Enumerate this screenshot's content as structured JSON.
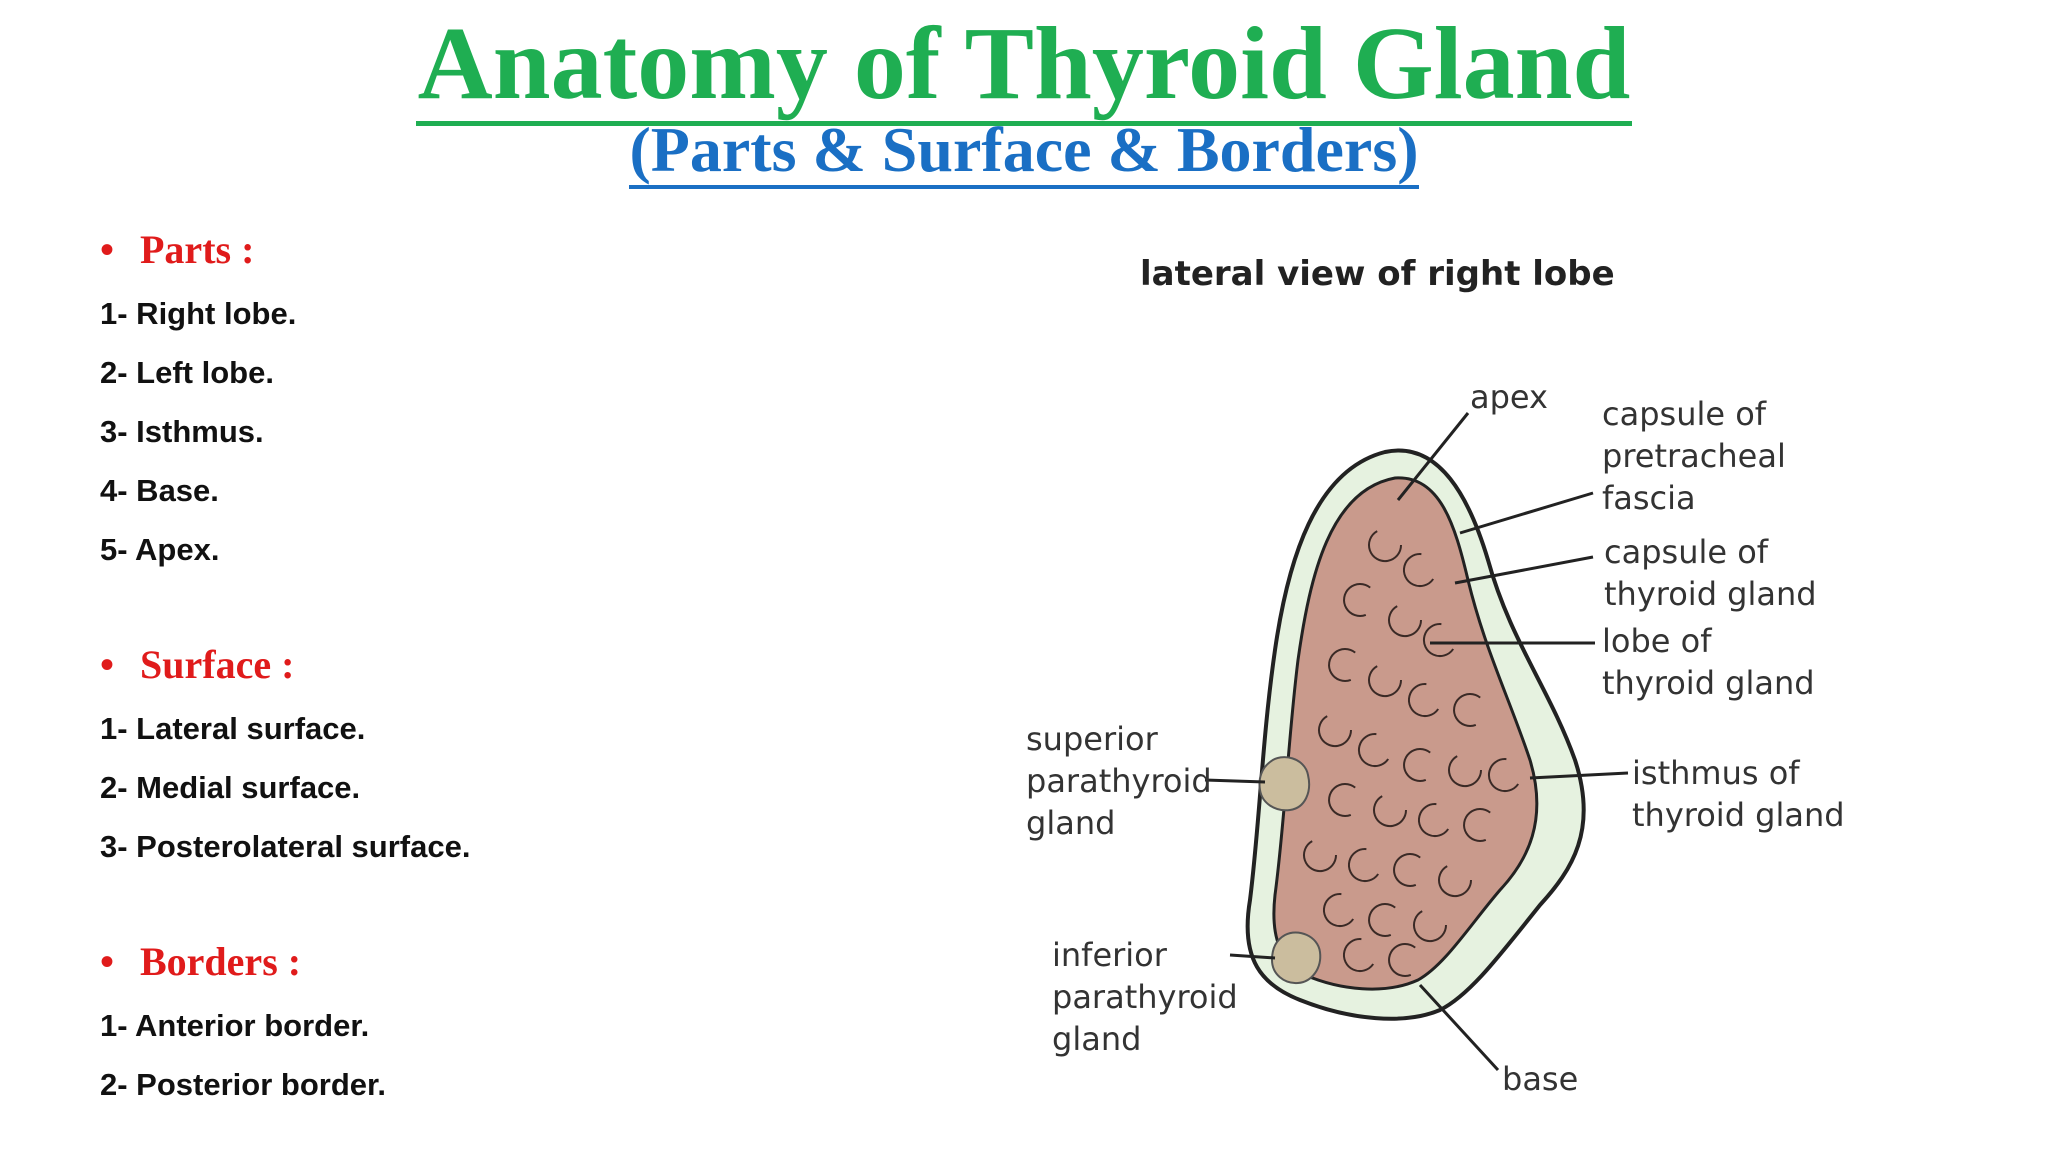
{
  "title": "Anatomy of Thyroid Gland",
  "subtitle": "(Parts & Surface & Borders)",
  "sections": [
    {
      "heading": "Parts :",
      "items": [
        "1- Right lobe.",
        "2- Left lobe.",
        "3- Isthmus.",
        "4- Base.",
        "5- Apex."
      ]
    },
    {
      "heading": "Surface :",
      "items": [
        "1- Lateral surface.",
        "2- Medial surface.",
        "3- Posterolateral surface."
      ]
    },
    {
      "heading": "Borders :",
      "items": [
        "1- Anterior border.",
        "2- Posterior border."
      ]
    }
  ],
  "diagram": {
    "title": "lateral view of right lobe",
    "labels": {
      "apex": "apex",
      "capsule_pretracheal": [
        "capsule of",
        "pretracheal",
        "fascia"
      ],
      "capsule_thyroid": [
        "capsule of",
        "thyroid gland"
      ],
      "lobe": [
        "lobe of",
        "thyroid gland"
      ],
      "isthmus": [
        "isthmus of",
        "thyroid gland"
      ],
      "superior_parathyroid": [
        "superior",
        "parathyroid",
        "gland"
      ],
      "inferior_parathyroid": [
        "inferior",
        "parathyroid",
        "gland"
      ],
      "base": "base"
    },
    "colors": {
      "lobe_fill": "#c99a8c",
      "capsule_fill": "#e6f2e0",
      "parathyroid_fill": "#cbbd9e",
      "outline": "#222222"
    }
  }
}
